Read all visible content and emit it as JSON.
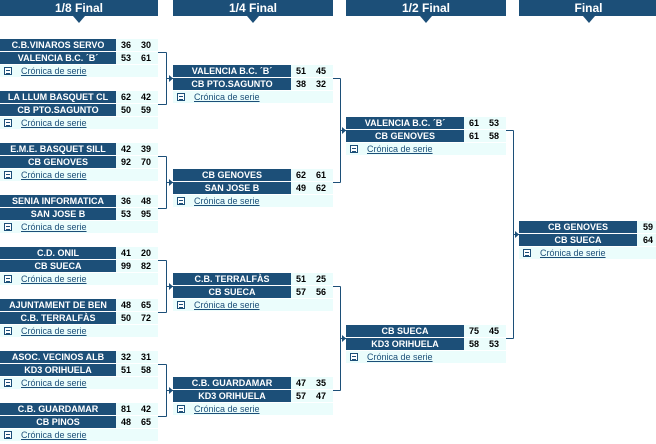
{
  "rounds": [
    "1/8 Final",
    "1/4 Final",
    "1/2 Final",
    "Final"
  ],
  "cronica_label": "Crónica de serie",
  "r16": [
    {
      "a": {
        "name": "C.B.VINAROS SERVO",
        "s": [
          36,
          30
        ]
      },
      "b": {
        "name": "VALENCIA B.C. ´B´",
        "s": [
          53,
          61
        ]
      }
    },
    {
      "a": {
        "name": "LA LLUM BASQUET CL",
        "s": [
          62,
          42
        ]
      },
      "b": {
        "name": "CB PTO.SAGUNTO",
        "s": [
          50,
          59
        ]
      }
    },
    {
      "a": {
        "name": "E.M.E. BASQUET SILL",
        "s": [
          42,
          39
        ]
      },
      "b": {
        "name": "CB GENOVES",
        "s": [
          92,
          70
        ]
      }
    },
    {
      "a": {
        "name": "SENIA INFORMATICA",
        "s": [
          36,
          48
        ]
      },
      "b": {
        "name": "SAN JOSE B",
        "s": [
          53,
          95
        ]
      }
    },
    {
      "a": {
        "name": "C.D. ONIL",
        "s": [
          41,
          20
        ]
      },
      "b": {
        "name": "CB SUECA",
        "s": [
          99,
          82
        ]
      }
    },
    {
      "a": {
        "name": "AJUNTAMENT DE BEN",
        "s": [
          48,
          65
        ]
      },
      "b": {
        "name": "C.B. TERRALFÀS",
        "s": [
          50,
          72
        ]
      }
    },
    {
      "a": {
        "name": "ASOC. VECINOS ALB",
        "s": [
          32,
          31
        ]
      },
      "b": {
        "name": "KD3 ORIHUELA",
        "s": [
          51,
          58
        ]
      }
    },
    {
      "a": {
        "name": "C.B. GUARDAMAR",
        "s": [
          81,
          42
        ]
      },
      "b": {
        "name": "CB PINOS",
        "s": [
          48,
          65
        ]
      }
    }
  ],
  "qf": [
    {
      "a": {
        "name": "VALENCIA B.C. ´B´",
        "s": [
          51,
          45
        ]
      },
      "b": {
        "name": "CB PTO.SAGUNTO",
        "s": [
          38,
          32
        ]
      }
    },
    {
      "a": {
        "name": "CB GENOVES",
        "s": [
          62,
          61
        ]
      },
      "b": {
        "name": "SAN JOSE B",
        "s": [
          49,
          62
        ]
      }
    },
    {
      "a": {
        "name": "C.B. TERRALFÀS",
        "s": [
          51,
          25
        ]
      },
      "b": {
        "name": "CB SUECA",
        "s": [
          57,
          56
        ]
      }
    },
    {
      "a": {
        "name": "C.B. GUARDAMAR",
        "s": [
          47,
          35
        ]
      },
      "b": {
        "name": "KD3 ORIHUELA",
        "s": [
          57,
          47
        ]
      }
    }
  ],
  "sf": [
    {
      "a": {
        "name": "VALENCIA B.C. ´B´",
        "s": [
          61,
          53
        ]
      },
      "b": {
        "name": "CB GENOVES",
        "s": [
          61,
          58
        ]
      }
    },
    {
      "a": {
        "name": "CB SUECA",
        "s": [
          75,
          45
        ]
      },
      "b": {
        "name": "KD3 ORIHUELA",
        "s": [
          58,
          53
        ]
      }
    }
  ],
  "final": [
    {
      "a": {
        "name": "CB GENOVES",
        "s": [
          59
        ]
      },
      "b": {
        "name": "CB SUECA",
        "s": [
          64
        ]
      }
    }
  ],
  "colors": {
    "header_bg": "#1c4f78",
    "score_bg": "#ebfdfc",
    "line": "#1c4f78",
    "link": "#1c4f78"
  }
}
